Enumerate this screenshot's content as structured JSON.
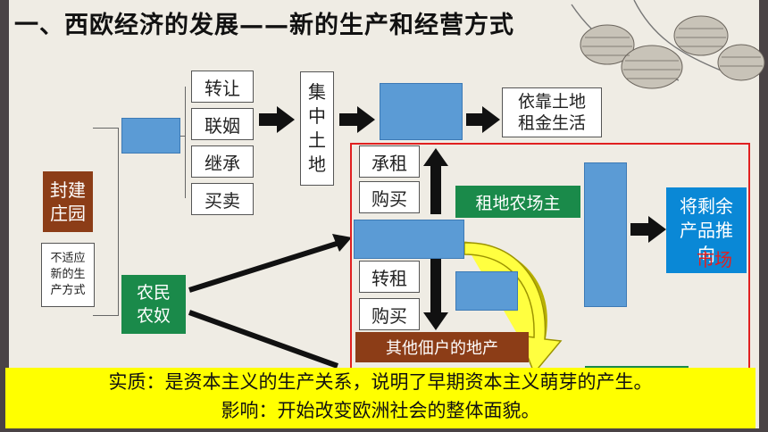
{
  "title": "一、西欧经济的发展——新的生产和经营方式",
  "left": {
    "manor": "封建\n庄园",
    "note": "不适应\n新的生\n产方式",
    "peasants": "农民\n农奴"
  },
  "methods": [
    "转让",
    "联姻",
    "继承",
    "买卖"
  ],
  "concentrate": "集\n中\n土\n地",
  "rent_living": "依靠土地\n租金生活",
  "upper_methods": [
    "承租",
    "购买"
  ],
  "lower_methods": [
    "转租",
    "购买"
  ],
  "tenant_farmer": "租地农场主",
  "other_tenants": "其他佃户的地产",
  "market_prefix": "将剩余\n产品推\n向",
  "market_word": "市场",
  "summary": {
    "essence": "实质：是资本主义的生产关系，说明了早期资本主义萌芽的产生。",
    "impact": "影响：开始改变欧洲社会的整体面貌。"
  },
  "colors": {
    "highlight": "#ffff00",
    "market_word": "#e02020",
    "frame_red": "#e02020"
  }
}
